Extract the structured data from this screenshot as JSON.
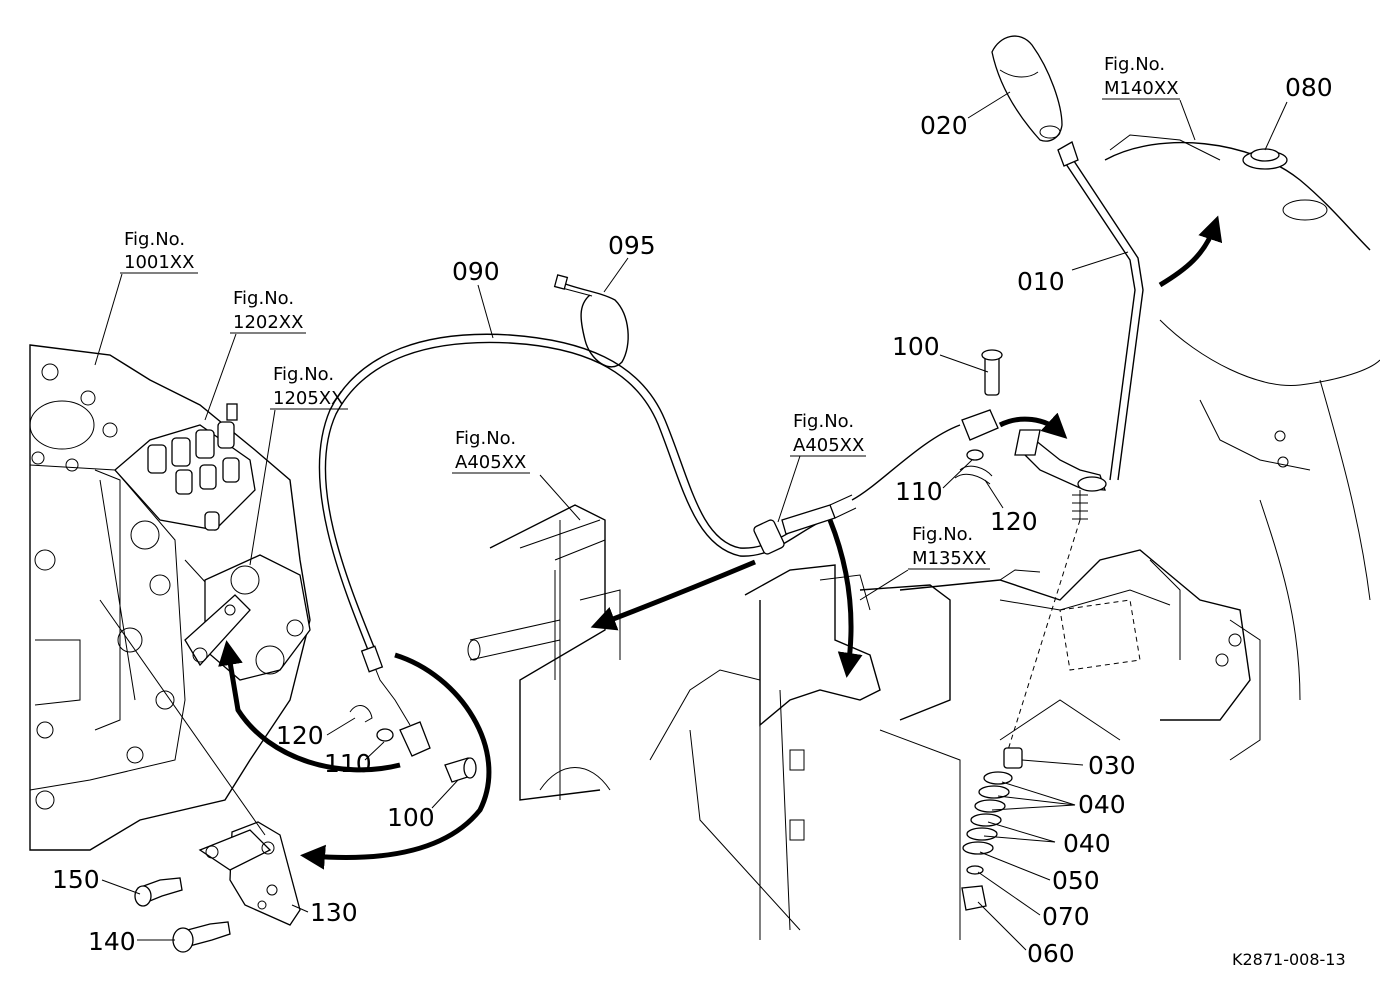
{
  "parts": {
    "p010": "010",
    "p020": "020",
    "p030": "030",
    "p040a": "040",
    "p040b": "040",
    "p050": "050",
    "p060": "060",
    "p070": "070",
    "p080": "080",
    "p090": "090",
    "p095": "095",
    "p100_right": "100",
    "p100_left": "100",
    "p110_right": "110",
    "p110_left": "110",
    "p120_right": "120",
    "p120_left": "120",
    "p130": "130",
    "p140": "140",
    "p150": "150"
  },
  "figs": {
    "m140": {
      "title": "Fig.No.",
      "code": "M140XX"
    },
    "f1001": {
      "title": "Fig.No.",
      "code": "1001XX"
    },
    "f1202": {
      "title": "Fig.No.",
      "code": "1202XX"
    },
    "f1205": {
      "title": "Fig.No.",
      "code": "1205XX"
    },
    "a405_left": {
      "title": "Fig.No.",
      "code": "A405XX"
    },
    "a405_right": {
      "title": "Fig.No.",
      "code": "A405XX"
    },
    "m135": {
      "title": "Fig.No.",
      "code": "M135XX"
    }
  },
  "drawing_code": "K2871-008-13"
}
